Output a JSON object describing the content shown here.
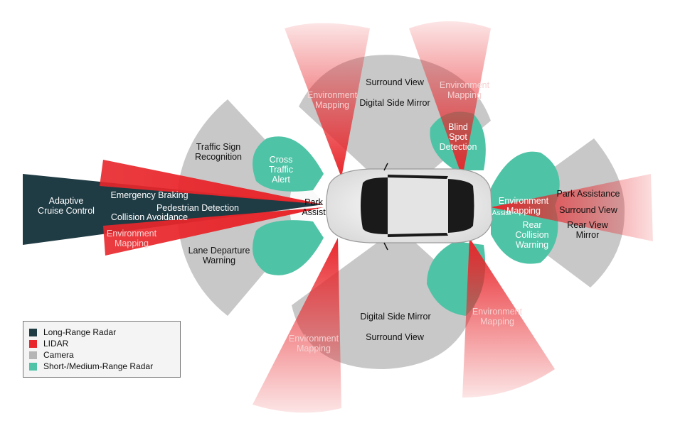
{
  "colors": {
    "long_range_radar": "#1f3b44",
    "lidar": "#e8262b",
    "camera": "#b5b5b5",
    "short_medium_range_radar": "#4fc3a6"
  },
  "labels": {
    "adaptive_cruise_control": "Adaptive\nCruise Control",
    "emergency_braking": "Emergency Braking",
    "pedestrian_detection": "Pedestrian Detection",
    "collision_avoidance": "Collision Avoidance",
    "environment_mapping_front": "Environment\nMapping",
    "traffic_sign_recognition": "Traffic Sign\nRecognition",
    "lane_departure_warning": "Lane Departure\nWarning",
    "cross_traffic_alert": "Cross\nTraffic\nAlert",
    "park_assist_front": "Park\nAssist",
    "surround_view_top": "Surround View",
    "digital_side_mirror_top": "Digital Side Mirror",
    "environment_mapping_top_left": "Environment\nMapping",
    "environment_mapping_top_right": "Environment\nMapping",
    "blind_spot_detection": "Blind\nSpot\nDetection",
    "digital_side_mirror_bottom": "Digital Side Mirror",
    "surround_view_bottom": "Surround View",
    "environment_mapping_bottom_left": "Environment\nMapping",
    "environment_mapping_bottom_right": "Environment\nMapping",
    "environment_mapping_rear": "Environment\nMapping",
    "park_assistance": "Park Assistance",
    "surround_view_rear": "Surround View",
    "rear_view_mirror": "Rear View\nMirror",
    "rear_collision_warning": "Rear\nCollision\nWarning",
    "assist_rear": "Assist"
  },
  "legend": [
    {
      "label": "Long-Range Radar",
      "color": "#1f3b44"
    },
    {
      "label": "LIDAR",
      "color": "#e8262b"
    },
    {
      "label": "Camera",
      "color": "#b5b5b5"
    },
    {
      "label": "Short-/Medium-Range Radar",
      "color": "#4fc3a6"
    }
  ]
}
